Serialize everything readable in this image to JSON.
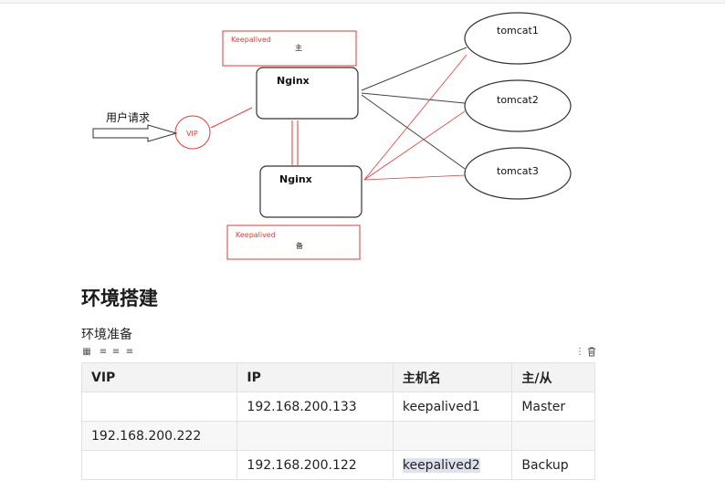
{
  "diagram": {
    "keepalived_master": {
      "name": "Keepalived",
      "role": "主"
    },
    "keepalived_backup": {
      "name": "Keepalived",
      "role": "备"
    },
    "nginx_master_label": "Nginx",
    "nginx_backup_label": "Nginx",
    "vip_label": "VIP",
    "user_request_label": "用户请求",
    "tomcats": [
      "tomcat1",
      "tomcat2",
      "tomcat3"
    ],
    "colors": {
      "red": "#e53935",
      "dark": "#333333"
    }
  },
  "doc": {
    "section_title": "环境搭建",
    "subtitle": "环境准备"
  },
  "toolbar_icons": [
    "table-grid-icon",
    "align-left-icon",
    "align-center-icon",
    "align-right-icon",
    "more-vertical-icon",
    "trash-icon"
  ],
  "table": {
    "headers": [
      "VIP",
      "IP",
      "主机名",
      "主/从"
    ],
    "rows": [
      [
        "",
        "192.168.200.133",
        "keepalived1",
        "Master"
      ],
      [
        "192.168.200.222",
        "",
        "",
        ""
      ],
      [
        "",
        "192.168.200.122",
        "keepalived2",
        "Backup"
      ]
    ]
  }
}
